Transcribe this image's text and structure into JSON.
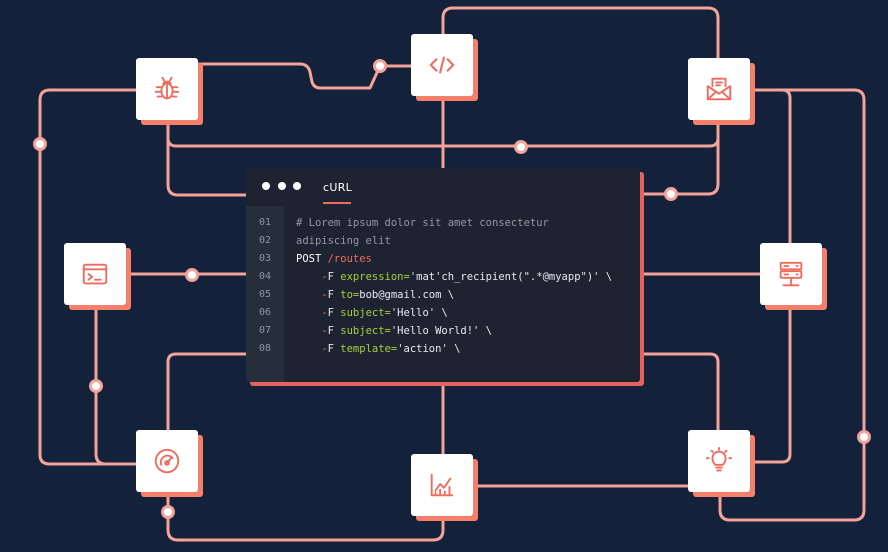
{
  "window": {
    "tab_label": "cURL"
  },
  "code": {
    "line_numbers": [
      "01",
      "02",
      "03",
      "04",
      "05",
      "06",
      "07",
      "08"
    ],
    "lines": [
      [
        {
          "t": "comment",
          "v": "# Lorem ipsum dolor sit amet consectetur"
        }
      ],
      [
        {
          "t": "comment",
          "v": "adipiscing elit"
        }
      ],
      [
        {
          "t": "kw",
          "v": "POST "
        },
        {
          "t": "path",
          "v": "/routes"
        }
      ],
      [
        {
          "t": "plain",
          "v": "    "
        },
        {
          "t": "flag",
          "v": "-"
        },
        {
          "t": "plain",
          "v": "F "
        },
        {
          "t": "key",
          "v": "expression="
        },
        {
          "t": "plain",
          "v": "'mat'ch_recipient(\".*@myapp\")' \\"
        }
      ],
      [
        {
          "t": "plain",
          "v": "    "
        },
        {
          "t": "flag",
          "v": "-"
        },
        {
          "t": "plain",
          "v": "F "
        },
        {
          "t": "key",
          "v": "to="
        },
        {
          "t": "plain",
          "v": "bob@gmail.com \\"
        }
      ],
      [
        {
          "t": "plain",
          "v": "    "
        },
        {
          "t": "flag",
          "v": "-"
        },
        {
          "t": "plain",
          "v": "F "
        },
        {
          "t": "key",
          "v": "subject="
        },
        {
          "t": "plain",
          "v": "'Hello' \\"
        }
      ],
      [
        {
          "t": "plain",
          "v": "    "
        },
        {
          "t": "flag",
          "v": "-"
        },
        {
          "t": "plain",
          "v": "F "
        },
        {
          "t": "key",
          "v": "subject="
        },
        {
          "t": "plain",
          "v": "'Hello World!' \\"
        }
      ],
      [
        {
          "t": "plain",
          "v": "    "
        },
        {
          "t": "flag",
          "v": "-"
        },
        {
          "t": "plain",
          "v": "F "
        },
        {
          "t": "key",
          "v": "template="
        },
        {
          "t": "plain",
          "v": "'action' \\"
        }
      ]
    ]
  },
  "icons": {
    "bug": "bug-icon",
    "code": "code-icon",
    "mail": "mail-inbox-icon",
    "terminal": "terminal-icon",
    "server": "server-icon",
    "gauge": "speed-gauge-icon",
    "chart": "analytics-chart-icon",
    "bulb": "lightbulb-icon"
  },
  "colors": {
    "background": "#14213a",
    "wire": "#f4a39a",
    "accent": "#ef6b5e",
    "tile": "#ffffff",
    "tile_shadow": "#f47f6b",
    "code_bg": "#1d2330",
    "code_key": "#a6cf3f"
  }
}
